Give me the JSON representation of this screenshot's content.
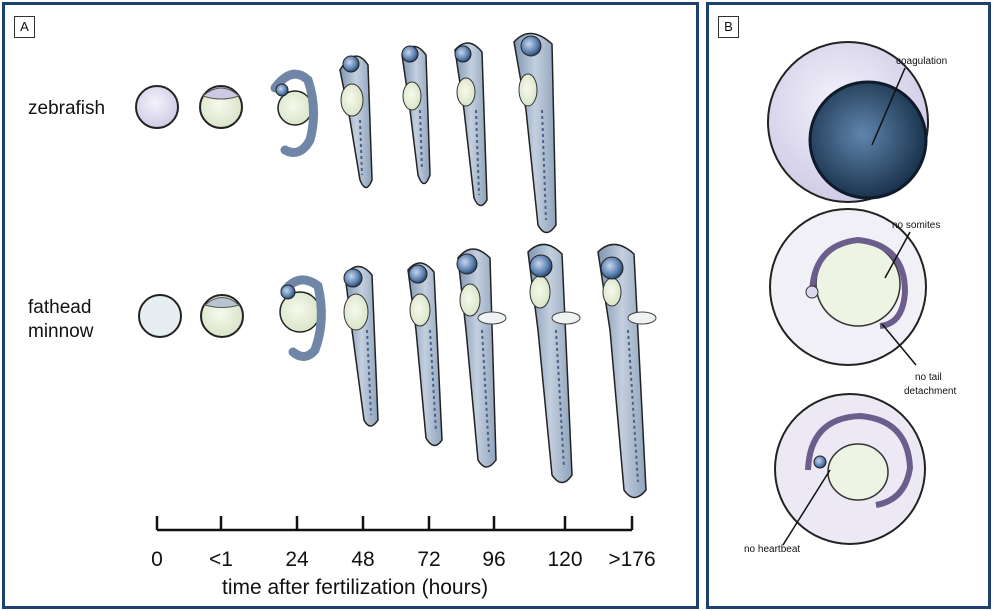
{
  "panels": {
    "a": {
      "label": "A",
      "rows": [
        {
          "label": "zebrafish"
        },
        {
          "label": "fathead\nminnow"
        }
      ],
      "axis": {
        "ticks": [
          "0",
          "<1",
          "24",
          "48",
          "72",
          "96",
          "120",
          ">176"
        ],
        "title": "time after fertilization (hours)"
      }
    },
    "b": {
      "label": "B",
      "annotations": {
        "coagulation": "coagulation",
        "no_somites": "no somites",
        "no_tail_detachment_1": "no tail",
        "no_tail_detachment_2": "detachment",
        "no_heartbeat": "no heartbeat"
      }
    }
  },
  "colors": {
    "border": "#1f3f73",
    "fish_body": "#a9b9cc",
    "eye": "#5a7fb0",
    "yolk": "#eef3e2",
    "egg": "#dcd8ee",
    "coagulation": "#1f3a55"
  }
}
